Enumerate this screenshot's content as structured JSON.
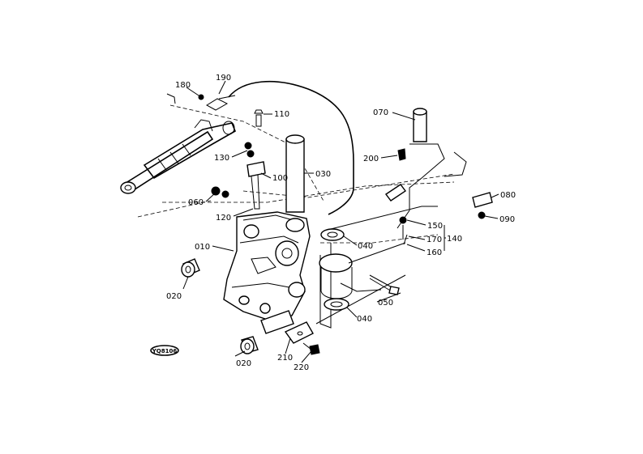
{
  "diagram_code": "YQ8106",
  "labels": {
    "l190": "190",
    "l180": "180",
    "l110": "110",
    "l130": "130",
    "l100": "100",
    "l060": "060",
    "l120": "120",
    "l010": "010",
    "l020a": "020",
    "l020b": "020",
    "l030": "030",
    "l070": "070",
    "l200": "200",
    "l080": "080",
    "l090": "090",
    "l150": "150",
    "l170": "170",
    "l140": "140",
    "l160": "160",
    "l040a": "040",
    "l050": "050",
    "l040b": "040",
    "l210": "210",
    "l220": "220"
  }
}
